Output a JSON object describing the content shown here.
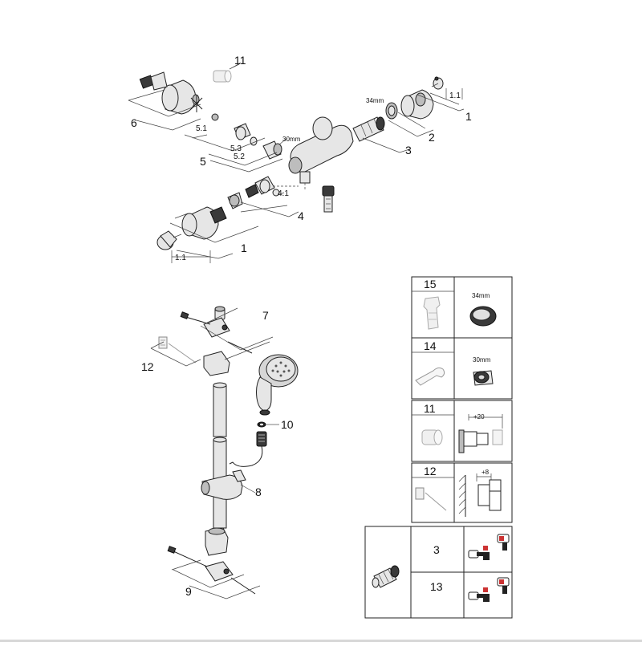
{
  "top_assembly": {
    "labels": {
      "p11": "11",
      "p6": "6",
      "p5_1": "5.1",
      "p5_3": "5.3",
      "p5": "5",
      "p5_2": "5.2",
      "nut_30": "30mm",
      "p4_1": "4.1",
      "p4": "4",
      "p1_left": "1",
      "p1_1_left": "1.1",
      "nut_34": "34mm",
      "p1_1_right": "1.1",
      "p1_right": "1",
      "p2": "2",
      "p3": "3"
    }
  },
  "bottom_assembly": {
    "labels": {
      "p7": "7",
      "p12": "12",
      "p10": "10",
      "p8": "8",
      "p9": "9"
    }
  },
  "spare_table": {
    "rows": [
      {
        "number": "15",
        "detail": "34mm"
      },
      {
        "number": "14",
        "detail": "30mm"
      },
      {
        "number": "11",
        "detail": "+20"
      },
      {
        "number": "12",
        "detail": "+8"
      }
    ],
    "cartridge_rows": [
      "3",
      "13"
    ]
  }
}
